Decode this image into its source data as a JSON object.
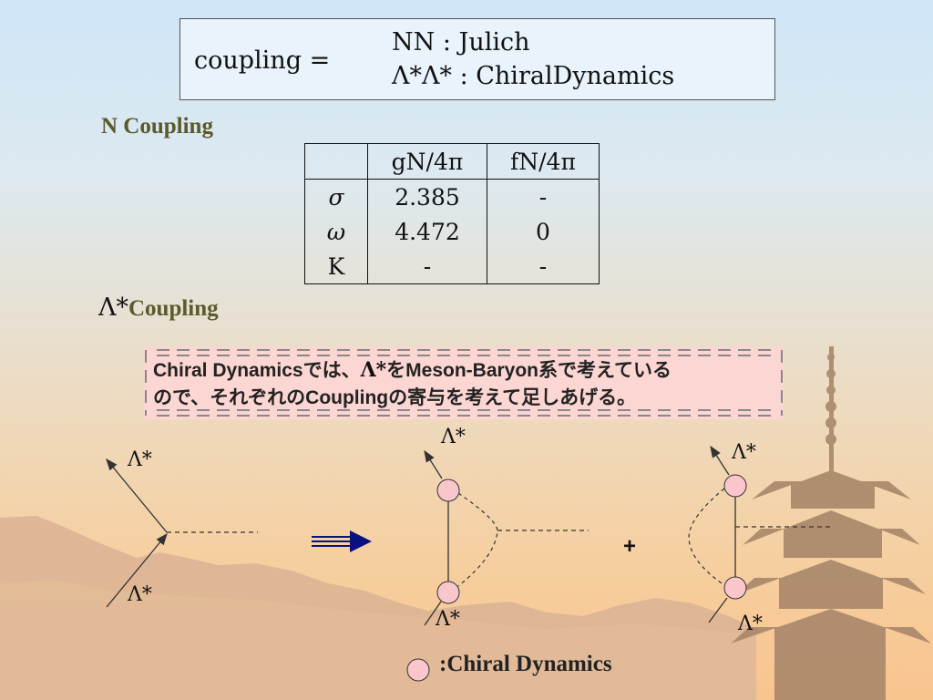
{
  "formula": {
    "lhs": "coupling =",
    "line1": "NN : Julich",
    "line2": "Λ*Λ* : ChiralDynamics"
  },
  "n_coupling": {
    "title": "N Coupling",
    "headers": [
      "",
      "gN/4π",
      "fN/4π"
    ],
    "rows": [
      {
        "label": "σ",
        "g": "2.385",
        "f": "-"
      },
      {
        "label": "ω",
        "g": "4.472",
        "f": "0"
      },
      {
        "label": "K",
        "g": "-",
        "f": "-"
      }
    ]
  },
  "lambda_coupling": {
    "symbol": "Λ*",
    "title": "Coupling"
  },
  "note": {
    "line1_a": "Chiral Dynamicsでは、",
    "line1_sym": "Λ*",
    "line1_b": "をMeson-Baryon系で考えている",
    "line2": "ので、それぞれのCouplingの寄与を考えて足しあげる。"
  },
  "diagrams": {
    "lambda_label": "Λ*",
    "plus": "+"
  },
  "legend": {
    "text": ":Chiral Dynamics"
  },
  "colors": {
    "circle_fill": "#f9c6cc",
    "arrow": "#0a1080",
    "note_bg": "#fbd6d2",
    "title_color": "#5a5a2a"
  }
}
